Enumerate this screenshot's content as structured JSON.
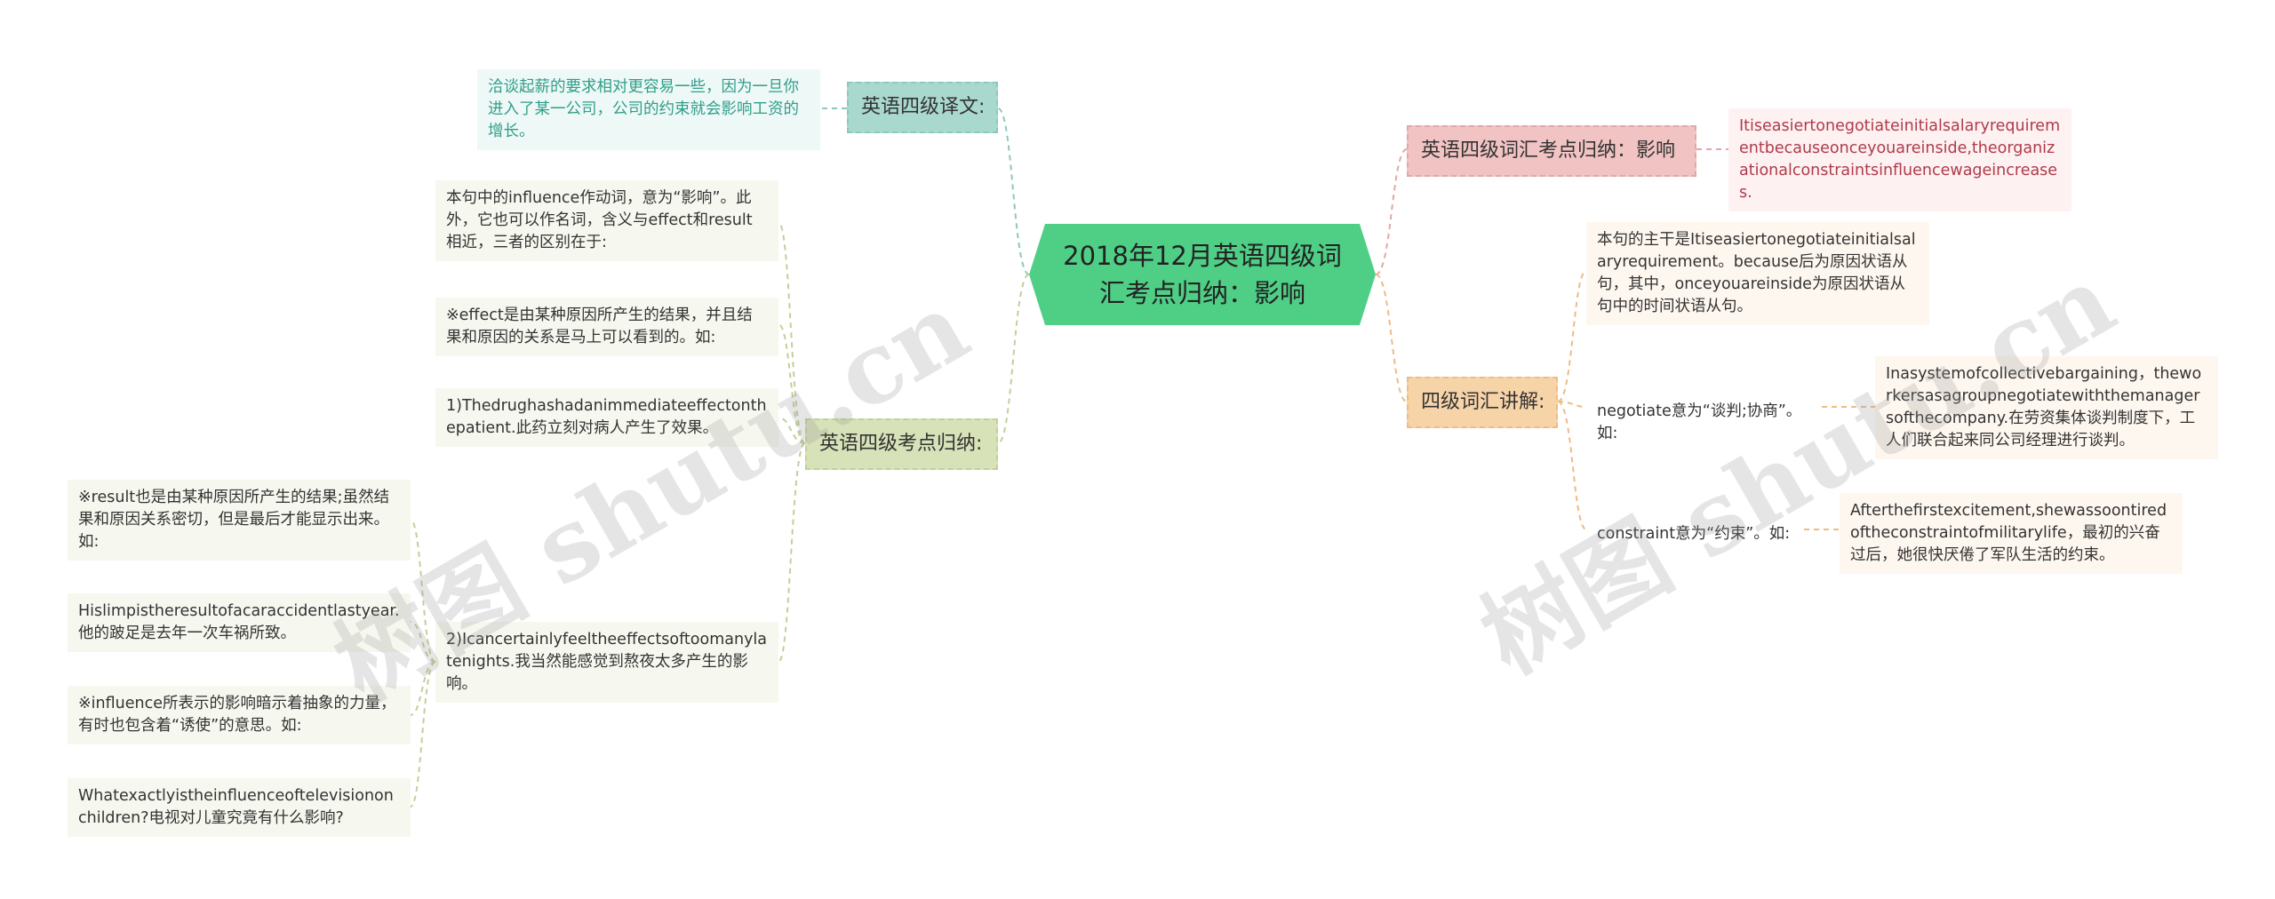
{
  "root": {
    "title": "2018年12月英语四级词汇考点归纳：影响"
  },
  "left": {
    "yiwen": {
      "label": "英语四级译文:",
      "text": "洽谈起薪的要求相对更容易一些，因为一旦你进入了某一公司，公司的约束就会影响工资的增长。"
    },
    "kaodian": {
      "label": "英语四级考点归纳:",
      "items": [
        "本句中的influence作动词，意为“影响”。此外，它也可以作名词，含义与effect和result相近，三者的区别在于:",
        "※effect是由某种原因所产生的结果，并且结果和原因的关系是马上可以看到的。如:",
        "1)Thedrughashadanimmediateeffectonthepatient.此药立刻对病人产生了效果。",
        "2)Icancertainlyfeeltheeffectsoftoomanylatenights.我当然能感觉到熬夜太多产生的影响。"
      ],
      "sub": [
        "※result也是由某种原因所产生的结果;虽然结果和原因关系密切，但是最后才能显示出来。如:",
        "Hislimpistheresultofacaraccidentlastyear.他的跛足是去年一次车祸所致。",
        "※influence所表示的影响暗示着抽象的力量，有时也包含着“诱使”的意思。如:",
        "Whatexactlyistheinfluenceoftelevisiononchildren?电视对儿童究竟有什么影响?"
      ]
    }
  },
  "right": {
    "cihui": {
      "label": "英语四级词汇考点归纳：影响",
      "text": "Itiseasiertonegotiateinitialsalaryrequirementbecauseonceyouareinside,theorganizationalconstraintsinfluencewageincreases."
    },
    "jiangjie": {
      "label": "四级词汇讲解:",
      "items": [
        "本句的主干是Itiseasiertonegotiateinitialsalaryrequirement。because后为原因状语从句，其中，onceyouareinside为原因状语从句中的时间状语从句。",
        "negotiate意为“谈判;协商”。如:",
        "constraint意为“约束”。如:"
      ],
      "sub": [
        "Inasystemofcollectivebargaining，theworkersasagroupnegotiatewiththemanagersofthecompany.在劳资集体谈判制度下，工人们联合起来同公司经理进行谈判。",
        "Afterthefirstexcitement,shewassoontiredoftheconstraintofmilitarylife，最初的兴奋过后，她很快厌倦了军队生活的约束。"
      ]
    }
  },
  "watermark": "树图 shutu.cn",
  "colors": {
    "root": "#4fcf86",
    "yiwen": "#a9d8cf",
    "kaodian": "#d7e2b9",
    "cihui": "#f1c3c3",
    "jiangjie": "#f7d3a8"
  }
}
